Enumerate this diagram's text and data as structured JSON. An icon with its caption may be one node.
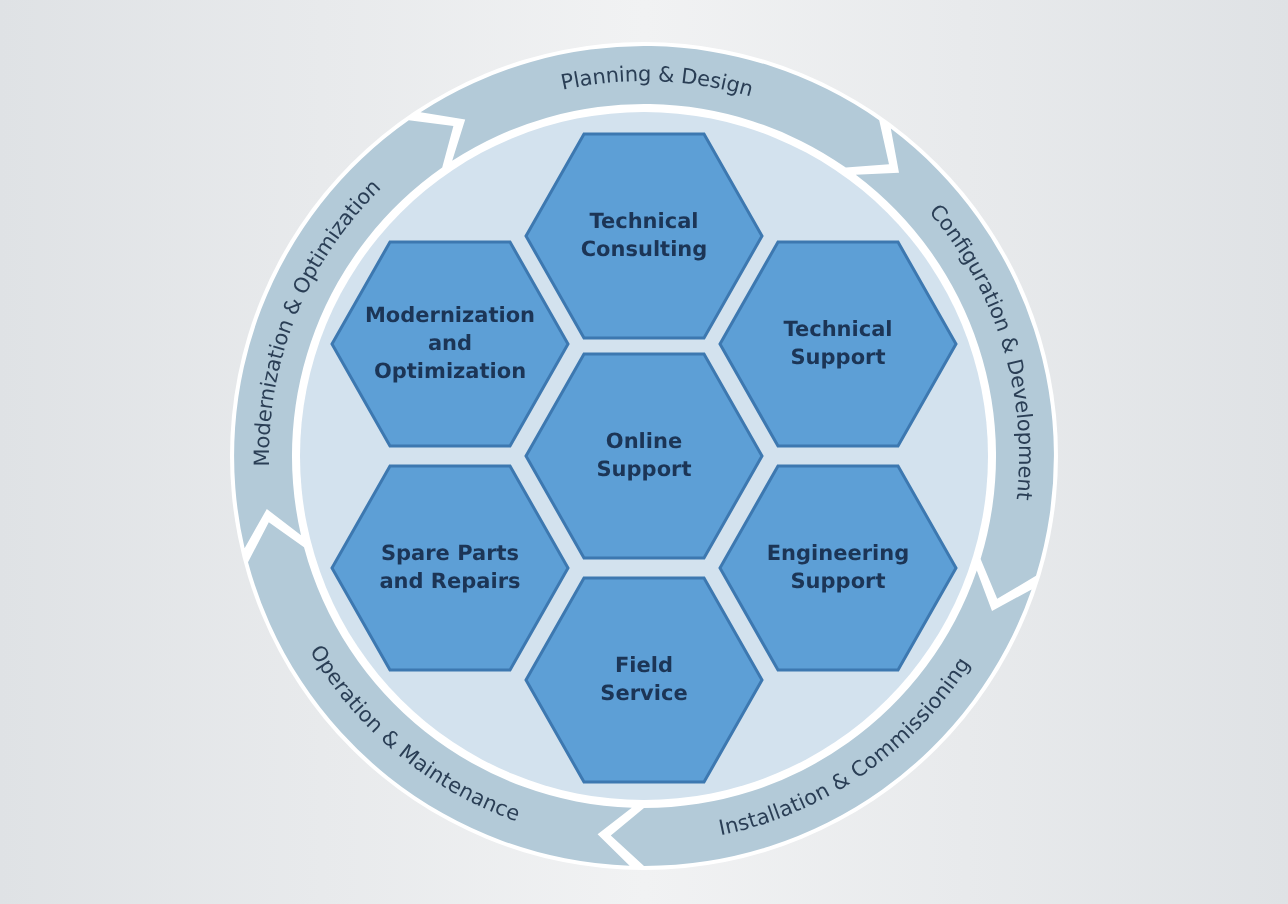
{
  "diagram": {
    "nodes": [
      {
        "text": [
          "Planning & Design"
        ]
      },
      {
        "text": [
          "Configuration & Development"
        ]
      },
      {
        "text": [
          "Installation & Commissioning"
        ]
      },
      {
        "text": [
          "Operation & Maintenance"
        ]
      },
      {
        "text": [
          "Modernization & Optimization"
        ]
      },
      {
        "text": [
          "Technical Consulting"
        ]
      },
      {
        "text": [
          "Modernization and Optimization"
        ]
      },
      {
        "text": [
          "Technical Support"
        ]
      },
      {
        "text": [
          "Online Support"
        ]
      },
      {
        "text": [
          "Spare Parts and Repairs"
        ]
      },
      {
        "text": [
          "Engineering Support"
        ]
      },
      {
        "text": [
          "Field Service"
        ]
      }
    ]
  }
}
